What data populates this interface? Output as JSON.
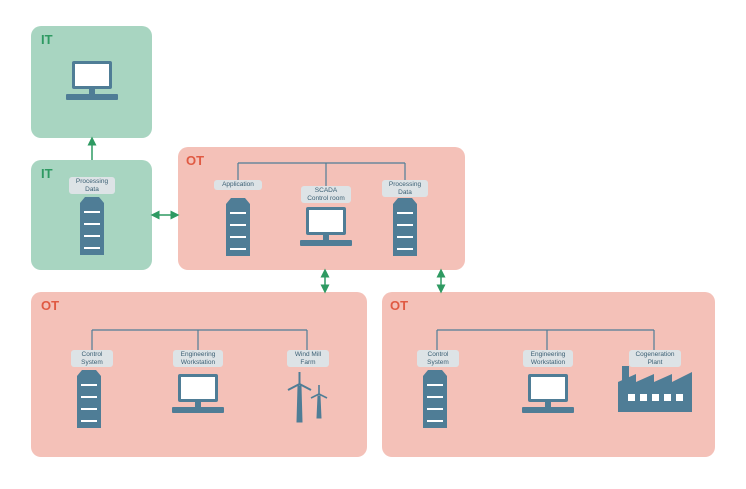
{
  "zones": {
    "it_top": {
      "label": "IT"
    },
    "it_mid": {
      "label": "IT",
      "node": {
        "line1": "Processing",
        "line2": "Data"
      }
    },
    "ot_top": {
      "label": "OT",
      "nodes": [
        {
          "line1": "Application",
          "line2": ""
        },
        {
          "line1": "SCADA",
          "line2": "Control room"
        },
        {
          "line1": "Processing",
          "line2": "Data"
        }
      ]
    },
    "ot_left": {
      "label": "OT",
      "nodes": [
        {
          "line1": "Control",
          "line2": "System"
        },
        {
          "line1": "Engineering",
          "line2": "Workstation"
        },
        {
          "line1": "Wind Mill",
          "line2": "Farm"
        }
      ]
    },
    "ot_right": {
      "label": "OT",
      "nodes": [
        {
          "line1": "Control",
          "line2": "System"
        },
        {
          "line1": "Engineering",
          "line2": "Workstation"
        },
        {
          "line1": "Cogeneration",
          "line2": "Plant"
        }
      ]
    }
  },
  "colors": {
    "it_fill": "#a8d5c1",
    "ot_fill": "#f4c1b8",
    "it_label": "#2e9a62",
    "ot_label": "#e05a43",
    "icon": "#4f7d96",
    "arrow": "#2e9a62"
  },
  "icons": [
    "monitor-icon",
    "server-icon",
    "wind-turbine-icon",
    "factory-icon"
  ]
}
